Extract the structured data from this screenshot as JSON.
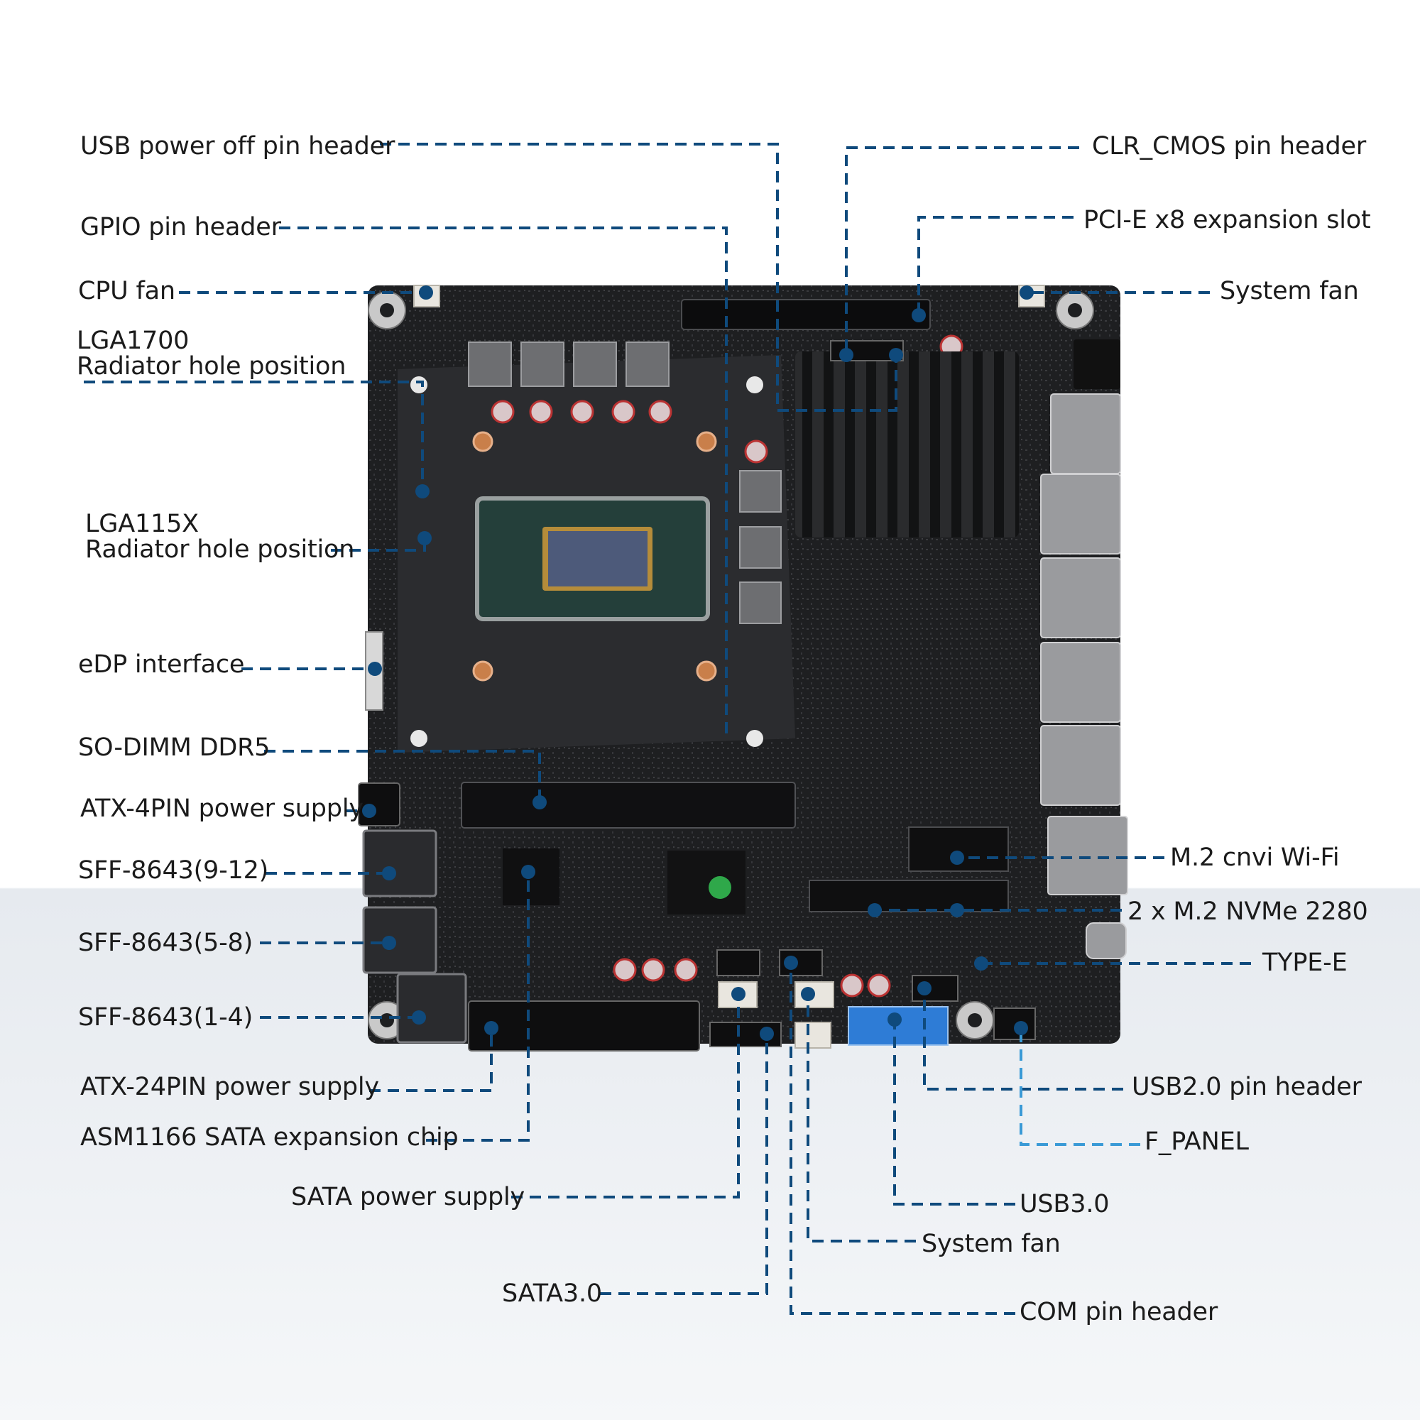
{
  "colors": {
    "leader_dark": "#0f4a7c",
    "leader_light": "#3a9ad6",
    "board": "#1e1f21",
    "text": "#1b1b1b"
  },
  "labels": {
    "usb_power_off": "USB power off pin header",
    "gpio": "GPIO pin header",
    "cpu_fan": "CPU fan",
    "lga1700": "LGA1700\nRadiator hole position",
    "lga115x": "LGA115X\nRadiator hole position",
    "edp": "eDP interface",
    "sodimm": "SO-DIMM DDR5",
    "atx4": "ATX-4PIN power supply",
    "sff_9_12": "SFF-8643(9-12)",
    "sff_5_8": "SFF-8643(5-8)",
    "sff_1_4": "SFF-8643(1-4)",
    "atx24": "ATX-24PIN power supply",
    "asm1166": "ASM1166 SATA expansion chip",
    "sata_power": "SATA power supply",
    "sata30": "SATA3.0",
    "clr_cmos": "CLR_CMOS pin header",
    "pcie": "PCI-E x8 expansion slot",
    "sys_fan_top": "System fan",
    "m2_wifi": "M.2 cnvi Wi-Fi",
    "m2_nvme": "2 x M.2 NVMe 2280",
    "type_e": "TYPE-E",
    "usb20": "USB2.0 pin header",
    "f_panel": "F_PANEL",
    "usb30": "USB3.0",
    "sys_fan_bottom": "System fan",
    "com": "COM pin header"
  }
}
